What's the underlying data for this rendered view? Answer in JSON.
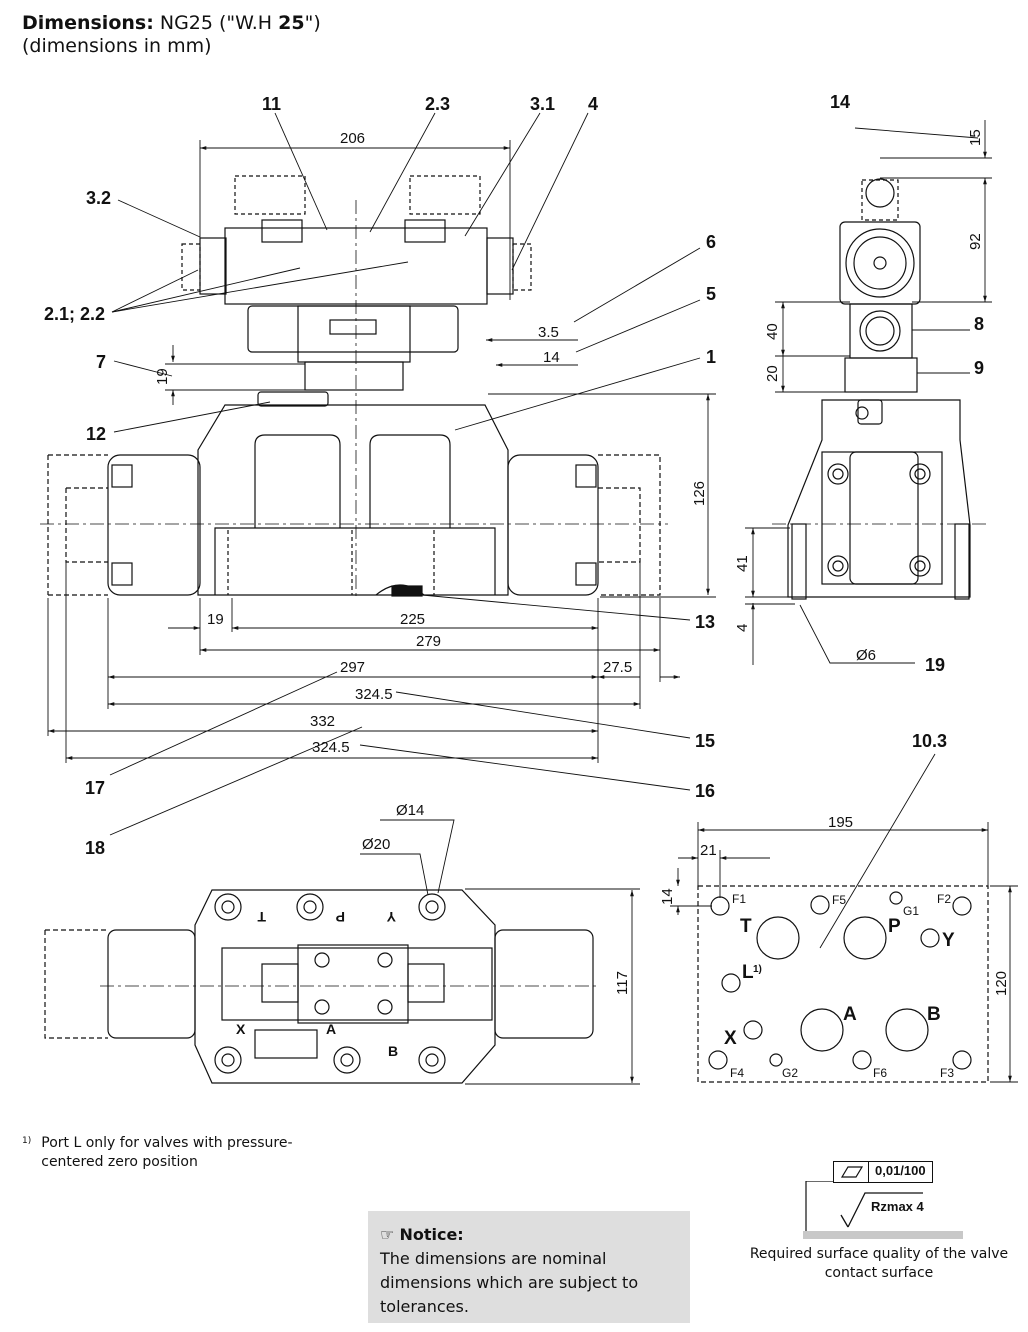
{
  "header": {
    "label": "Dimensions:",
    "size": "NG25 (\"W.H ",
    "size_bold": "25",
    "size_end": "\")",
    "units": "(dimensions in mm)"
  },
  "callouts": {
    "c11": "11",
    "c23": "2.3",
    "c31": "3.1",
    "c4": "4",
    "c14": "14",
    "c32": "3.2",
    "c2122": "2.1; 2.2",
    "c6": "6",
    "c5": "5",
    "c7": "7",
    "c1": "1",
    "c12": "12",
    "c8": "8",
    "c9": "9",
    "c13": "13",
    "c19": "19",
    "c15": "15",
    "c16": "16",
    "c17": "17",
    "c18": "18",
    "c103": "10.3"
  },
  "dims": {
    "d206": "206",
    "d35": "3.5",
    "d14": "14",
    "d19v": "19",
    "d126": "126",
    "d19h": "19",
    "d225": "225",
    "d279": "279",
    "d297": "297",
    "d275": "27.5",
    "d3245a": "324.5",
    "d332": "332",
    "d3245b": "324.5",
    "d15": "15",
    "d92": "92",
    "d40": "40",
    "d20": "20",
    "d41": "41",
    "d4": "4",
    "d6": "Ø6",
    "dphi14": "Ø14",
    "dphi20": "Ø20",
    "d117": "117",
    "d195": "195",
    "d21": "21",
    "d14s": "14",
    "d120": "120"
  },
  "ports_bottom": {
    "T": "T",
    "P": "P",
    "Y": "Y",
    "X": "X",
    "A": "A",
    "B": "B"
  },
  "ports_plate": {
    "F1": "F1",
    "F5": "F5",
    "G1": "G1",
    "F2": "F2",
    "T": "T",
    "P": "P",
    "Y": "Y",
    "L": "L",
    "L_sup": "1)",
    "X": "X",
    "A": "A",
    "B": "B",
    "F4": "F4",
    "G2": "G2",
    "F6": "F6",
    "F3": "F3"
  },
  "footnote": {
    "marker": "1)",
    "text": "Port L only for valves with pressure-centered zero position"
  },
  "notice": {
    "title": "Notice:",
    "text": "The dimensions are nominal dimensions which are subject to tolerances.",
    "icon": "pointing-hand-icon"
  },
  "surface": {
    "flatness": "0,01/100",
    "roughness": "Rzmax  4",
    "caption": "Required surface quality of the valve contact surface"
  }
}
